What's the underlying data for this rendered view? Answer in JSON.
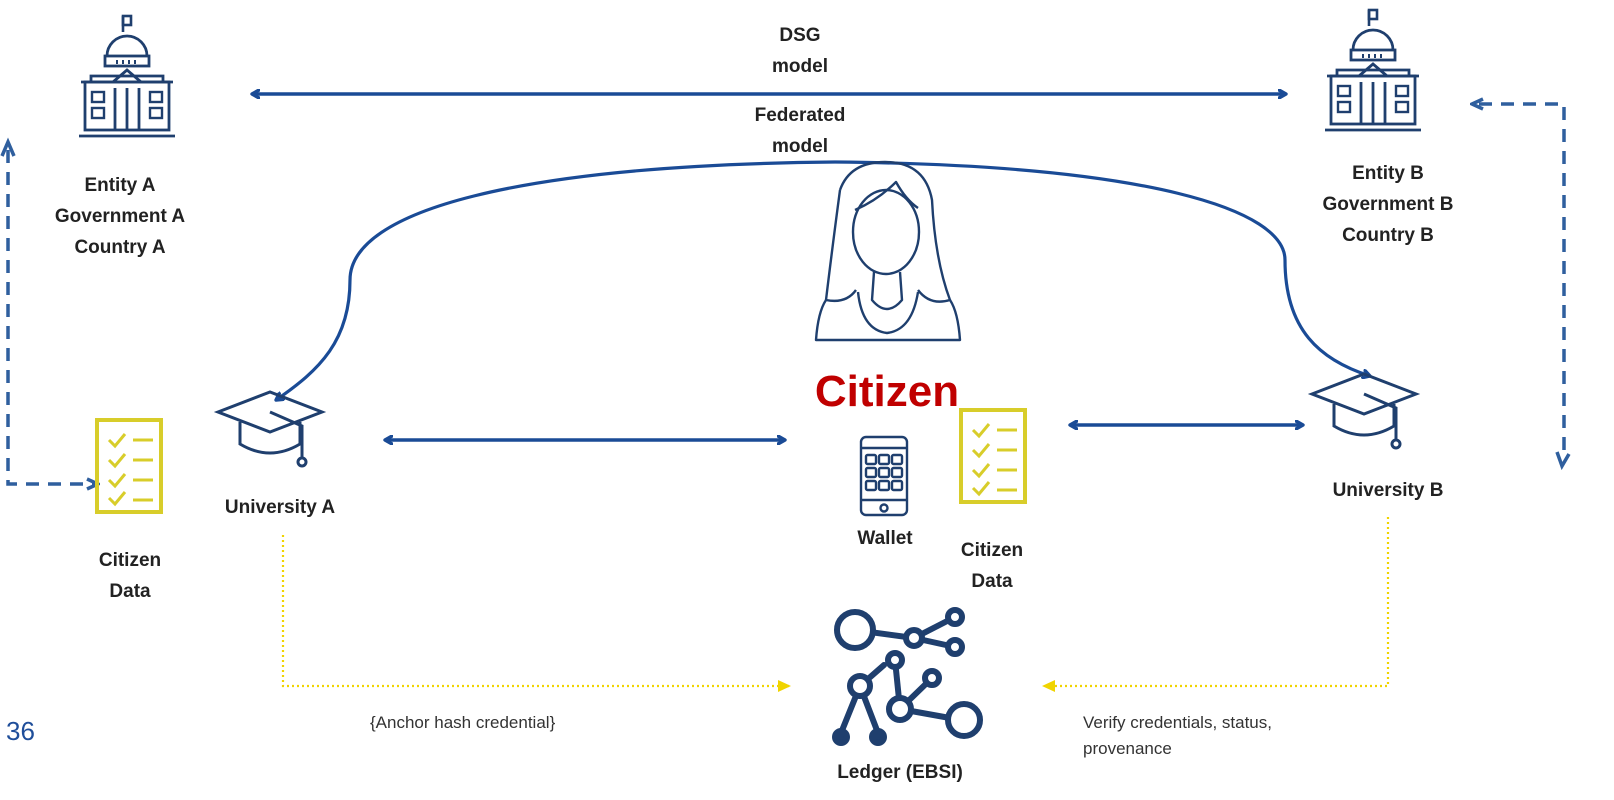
{
  "links": {
    "dsg": [
      "DSG",
      "model"
    ],
    "federated": [
      "Federated",
      "model"
    ]
  },
  "entity_a": [
    "Entity A",
    "Government A",
    "Country A"
  ],
  "entity_b": [
    "Entity B",
    "Government B",
    "Country B"
  ],
  "citizen": "Citizen",
  "university_a": "University A",
  "university_b": "University B",
  "wallet": "Wallet",
  "citizen_data_left": [
    "Citizen",
    "Data"
  ],
  "citizen_data_mid": [
    "Citizen",
    "Data"
  ],
  "ledger": "Ledger (EBSI)",
  "anchor_note": "{Anchor  hash credential}",
  "verify_note": [
    "Verify credentials, status,",
    "provenance"
  ],
  "page_number": "36",
  "colors": {
    "navy": "#1f3f6e",
    "arrow_blue": "#1a4b96",
    "dashed_blue": "#2f5f9e",
    "yellow": "#d8cd2a",
    "citizen_red": "#c00000"
  },
  "icons": [
    "government-building-icon",
    "graduation-cap-icon",
    "checklist-document-icon",
    "person-icon",
    "smartphone-icon",
    "blockchain-network-icon"
  ]
}
